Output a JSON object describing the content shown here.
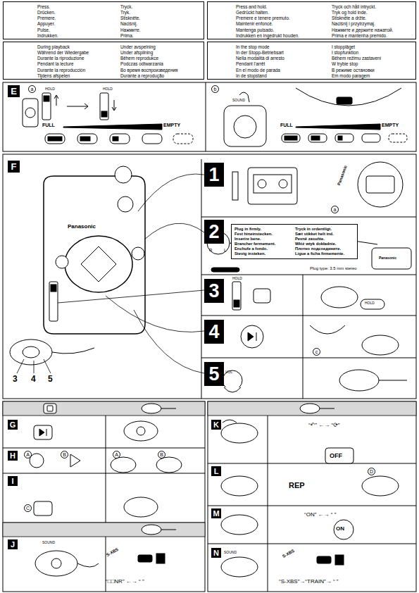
{
  "diagram": {
    "nodes": [
      {
        "text": [
          "Press.",
          "Drücken.",
          "Premere.",
          "Appuyer.",
          "Pulse.",
          "Indrukken.",
          "Tryck.",
          "Tryk.",
          "Stiskněte.",
          "Naciśnij.",
          "Нажмите.",
          "Prima."
        ]
      },
      {
        "text": [
          "Press and hold.",
          "Gedrückt halten.",
          "Premere e tenere premuto.",
          "Maintenir enfoncé.",
          "Mantenga pulsado.",
          "Indrukken en ingedrukt houden.",
          "Tryck och håll intryckt.",
          "Tryk og hold inde.",
          "Stiskněte a držte.",
          "Naciśnij i przytrzymaj.",
          "Нажмите и держите нажатой.",
          "Prima e mantenha premido."
        ]
      },
      {
        "text": [
          "During playback",
          "Während der Wiedergabe",
          "Durante la riproduzione",
          "Pendant la lecture",
          "Durante la reproducción",
          "Tijdens afspelen",
          "Under avspelning",
          "Under afspilning",
          "Během reprodukce",
          "Podczas odtwarzania",
          "Во время воспроизведения",
          "Durante a reprodução"
        ]
      },
      {
        "text": [
          "In the stop mode",
          "In der Stopp-Betriebsart",
          "Nella modalità di arresto",
          "Pendant l'arrêt",
          "En el modo de parada",
          "In de stopstand",
          "I stoppläget",
          "I stopfunktion",
          "Během režimu zastavení",
          "W trybie stop",
          "В режиме остановки",
          "Em modo paragem"
        ]
      },
      {
        "text": [
          "E"
        ]
      },
      {
        "text": [
          "F"
        ]
      },
      {
        "text": [
          "1"
        ]
      },
      {
        "text": [
          "2"
        ]
      },
      {
        "text": [
          "Plug in firmly.",
          "Fest hineinstecken.",
          "Inserire bene.",
          "Brancher fermement.",
          "Enchufe a fondo.",
          "Stevig insteken.",
          "Tryck in ordentligt.",
          "Sæt stikket helt ind.",
          "Pevně zasuňte.",
          "Włóż wtyk dokładnie.",
          "Плотно подсоедините.",
          "Ligue a ficha firmemente."
        ]
      },
      {
        "text": [
          "3"
        ]
      },
      {
        "text": [
          "4"
        ]
      },
      {
        "text": [
          "5"
        ]
      },
      {
        "text": [
          "G"
        ]
      },
      {
        "text": [
          "H"
        ]
      },
      {
        "text": [
          "I"
        ]
      },
      {
        "text": [
          "J"
        ]
      },
      {
        "text": [
          "K"
        ]
      },
      {
        "text": [
          "L"
        ]
      },
      {
        "text": [
          "M"
        ]
      },
      {
        "text": [
          "N"
        ]
      }
    ],
    "labels": [
      "HOLD",
      "a",
      "HOLD",
      "FULL",
      "EMPTY",
      "b",
      "SOUND",
      "FULL",
      "EMPTY",
      "Panasonic",
      "Panasonic",
      "a",
      "R",
      "L",
      "Plug type: 3.5 mm stereo",
      "Panasonic",
      "HOLD",
      "HOLD",
      "c",
      "VOL",
      "3",
      "4",
      "5",
      "A",
      "B",
      "A",
      "B",
      "C",
      "SOUND",
      "S-XBS",
      "“□□NR” ←→ “ ”",
      "“↶” ←→ “⟳”",
      "OFF",
      "REP",
      "D",
      "“ON” ←→ “ ”",
      "ON",
      "SOUND",
      "S-XBS",
      "“S-XBS”→“TRAIN”→ “ ”"
    ]
  }
}
